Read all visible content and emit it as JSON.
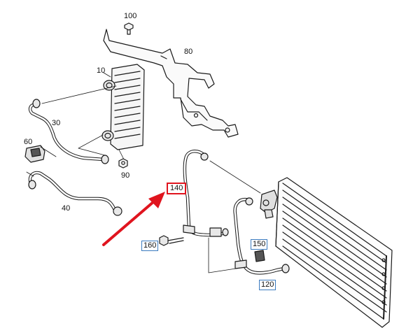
{
  "labels": {
    "p100": "100",
    "p80": "80",
    "p10": "10",
    "p30": "30",
    "p60": "60",
    "p90": "90",
    "p40": "40",
    "p140": "140",
    "p160": "160",
    "p150": "150",
    "p120": "120"
  },
  "colors": {
    "line": "#1a1a1a",
    "highlight_box": "#e0141e",
    "arrow": "#e0141e",
    "label_box": "#3b7bbf"
  }
}
